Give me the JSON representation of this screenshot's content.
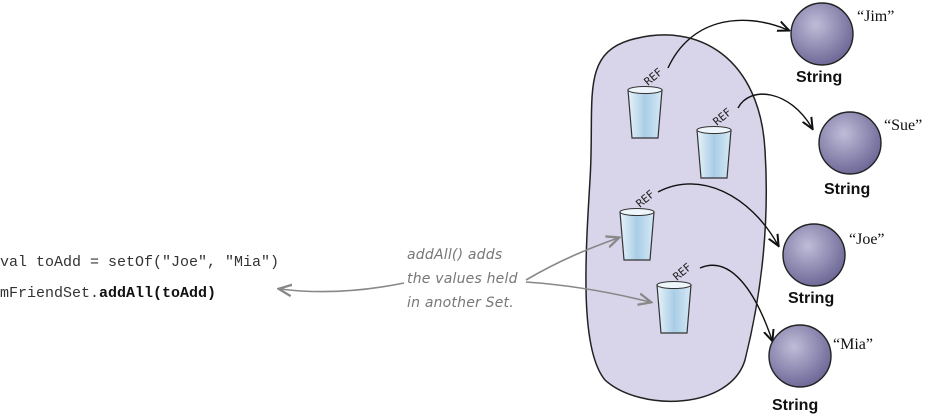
{
  "code": {
    "line1": "val toAdd = setOf(\"Joe\", \"Mia\")",
    "line2_prefix": "mFriendSet.",
    "line2_bold": "addAll(toAdd)"
  },
  "annotation": {
    "lines": [
      "addAll() adds",
      "the values held",
      "in another Set."
    ]
  },
  "set": {
    "ref_label": "REF",
    "items": [
      {
        "value": "“Jim”",
        "type": "String"
      },
      {
        "value": "“Sue”",
        "type": "String"
      },
      {
        "value": "“Joe”",
        "type": "String"
      },
      {
        "value": "“Mia”",
        "type": "String"
      }
    ]
  },
  "colors": {
    "set_fill": "#d8d5ea",
    "object_fill": "#8e89b3",
    "cup_fill": "#a9cde6",
    "arrow": "#111111",
    "annotation_arrow": "#888888"
  }
}
